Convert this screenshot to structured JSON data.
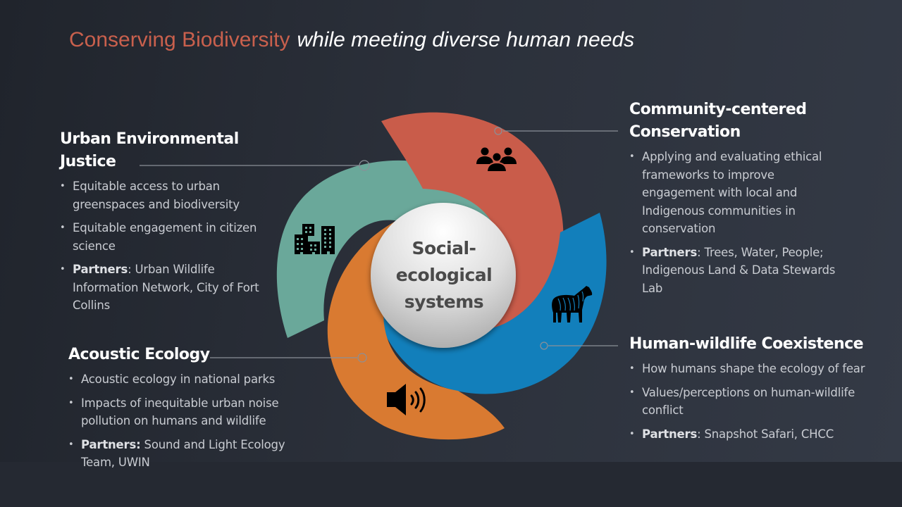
{
  "title": {
    "main": "Conserving Biodiversity",
    "subtitle": "while meeting diverse human needs"
  },
  "colors": {
    "title_accent": "#c9604d",
    "teal": "#6aa89a",
    "red": "#c95c4a",
    "blue": "#127fbb",
    "orange": "#d97a31",
    "background": "#2b303a"
  },
  "center": {
    "lines": [
      "Social-",
      "ecological",
      "systems"
    ]
  },
  "sections": {
    "urban_environmental_justice": {
      "heading": "Urban Environmental Justice",
      "icon": "city-buildings-icon",
      "bullets": [
        {
          "text": "Equitable access to urban greenspaces and biodiversity"
        },
        {
          "text": "Equitable engagement in citizen science"
        },
        {
          "bold": "Partners",
          "text": ": Urban Wildlife Information Network, City of Fort Collins"
        }
      ]
    },
    "community_centered_conservation": {
      "heading": "Community-centered Conservation",
      "icon": "group-people-icon",
      "bullets": [
        {
          "text": "Applying and evaluating ethical frameworks to improve engagement with local and Indigenous communities in conservation"
        },
        {
          "bold": "Partners",
          "text": ": Trees, Water, People; Indigenous Land & Data Stewards Lab"
        }
      ]
    },
    "human_wildlife_coexistence": {
      "heading": "Human-wildlife Coexistence",
      "icon": "zebra-icon",
      "bullets": [
        {
          "text": "How humans shape the ecology of fear"
        },
        {
          "text": "Values/perceptions  on human-wildlife conflict"
        },
        {
          "bold": "Partners",
          "text": ": Snapshot Safari, CHCC"
        }
      ]
    },
    "acoustic_ecology": {
      "heading": "Acoustic Ecology",
      "icon": "speaker-icon",
      "bullets": [
        {
          "text": "Acoustic ecology in national parks"
        },
        {
          "text": "Impacts of inequitable urban noise pollution on humans and wildlife"
        },
        {
          "bold": "Partners:",
          "text": " Sound and Light Ecology Team, UWIN"
        }
      ]
    }
  }
}
